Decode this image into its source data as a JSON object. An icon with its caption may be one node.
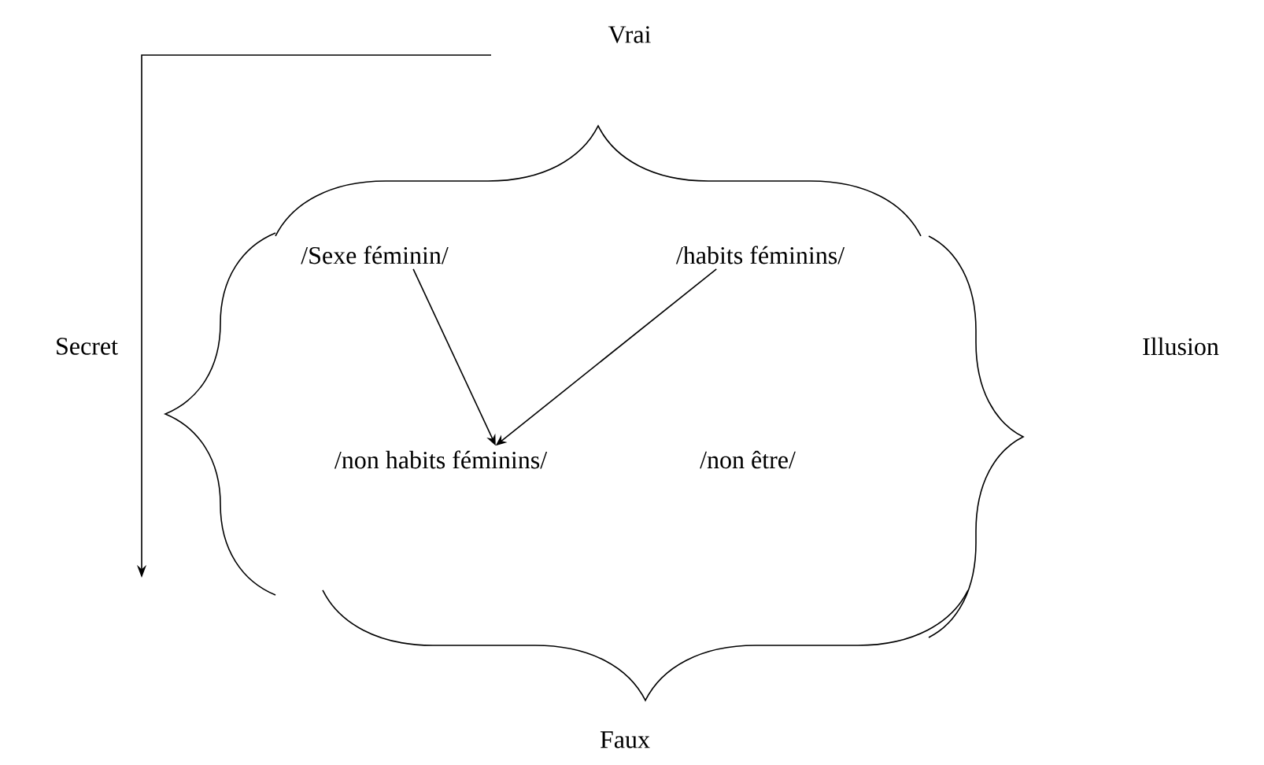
{
  "diagram": {
    "nodes": [
      {
        "text": [
          "/Sexe féminin/"
        ]
      },
      {
        "text": [
          "/habits féminins/"
        ]
      },
      {
        "text": [
          "/non habits féminins/"
        ]
      },
      {
        "text": [
          "/non être/"
        ]
      }
    ],
    "edges": [
      {
        "from": 0,
        "to": 2,
        "arrow": "to"
      },
      {
        "from": 1,
        "to": 2,
        "arrow": "to"
      }
    ],
    "labels": [
      "Vrai",
      "Secret",
      "Illusion",
      "Faux"
    ]
  }
}
